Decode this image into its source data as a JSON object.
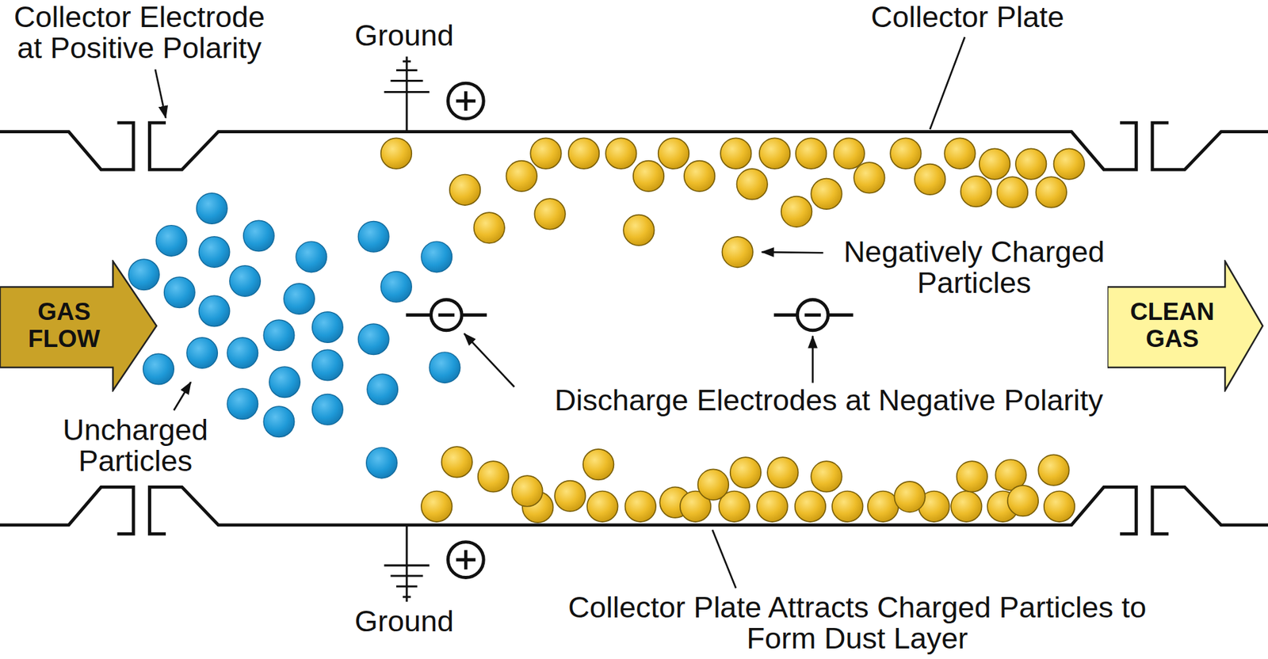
{
  "diagram": {
    "nodes": [
      {
        "text": [
          "GAS FLOW"
        ]
      },
      {
        "text": [
          "CLEAN GAS"
        ]
      }
    ],
    "labels": [
      "Collector Electrode at Positive Polarity",
      "Ground",
      "Collector Plate",
      "Negatively Charged Particles",
      "Discharge Electrodes at Negative Polarity",
      "Uncharged Particles",
      "Ground",
      "Collector Plate Attracts Charged Particles to Form Dust Layer"
    ]
  }
}
